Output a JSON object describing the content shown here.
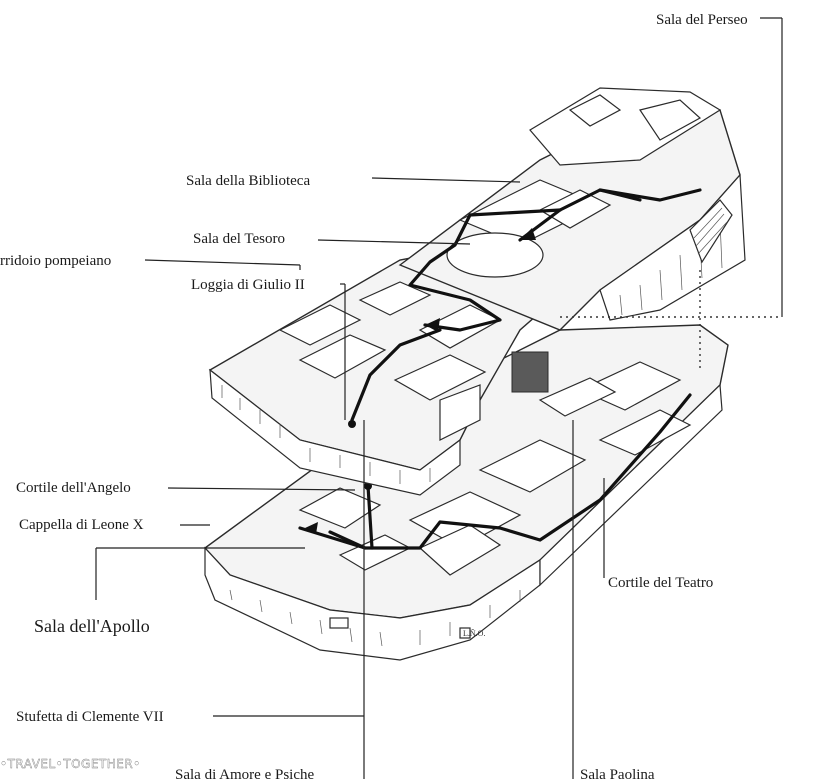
{
  "labels": {
    "sala_del_perseo": "Sala del Perseo",
    "sala_della_biblioteca": "Sala della Biblioteca",
    "sala_del_tesoro": "Sala del Tesoro",
    "corridoio_pompeiano": "rridoio pompeiano",
    "loggia_di_giulio_ii": "Loggia di Giulio II",
    "cortile_dell_angelo": "Cortile dell'Angelo",
    "cappella_di_leone_x": "Cappella di Leone X",
    "sala_dell_apollo": "Sala dell'Apollo",
    "cortile_del_teatro": "Cortile del Teatro",
    "stufetta_di_clemente_vii": "Stufetta di Clemente VII",
    "sala_di_amore_e_psiche": "Sala di Amore e Psiche",
    "sala_paolina": "Sala Paolina"
  },
  "watermark": "•TRAVEL•TOGETHER•",
  "artist_mark": "L.Ñ.O.",
  "colors": {
    "ink": "#1a1a1a",
    "paper": "#ffffff",
    "shade": "#5a5a5a"
  }
}
